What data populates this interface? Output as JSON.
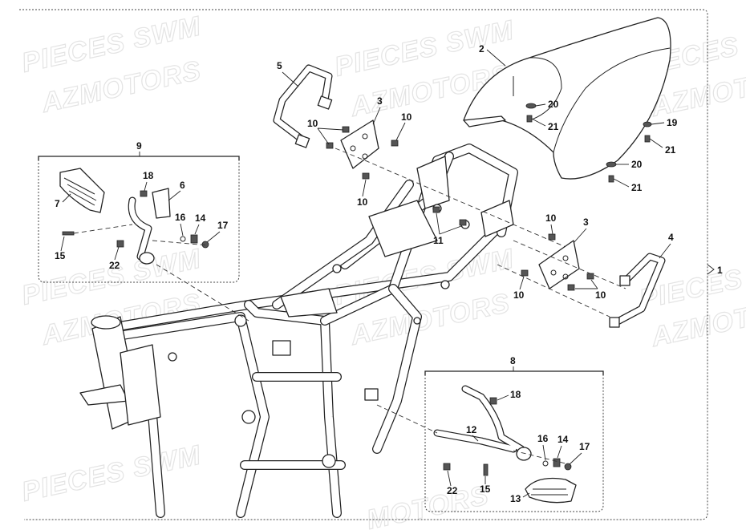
{
  "watermarks": [
    "PIECES SWM",
    "AZMOTORS",
    "PIECES SWM",
    "AZMOTORS",
    "PIECES S",
    "AZMOT",
    "PIECES SWM",
    "AZMOTORS",
    "PIECES SWM",
    "AZMOTORS",
    "PIECES SWM",
    "AZMOTORS",
    "PIECES SWM",
    "MOTORS"
  ],
  "callouts": {
    "assembly": "1",
    "seat": "2",
    "bracket_upper": "3",
    "bracket_right": "3",
    "handle_right": "4",
    "handle_left": "5",
    "box9_bracket": "6",
    "box9_footpeg": "7",
    "box8_label": "8",
    "box9_label": "9",
    "b10_a": "10",
    "b10_b": "10",
    "b10_c": "10",
    "b10_d": "10",
    "b10_e": "10",
    "b10_f": "10",
    "b11": "11",
    "box8_arm": "12",
    "box8_footpeg": "13",
    "box9_14": "14",
    "box8_14": "14",
    "box9_15": "15",
    "box8_15": "15",
    "box9_16": "16",
    "box8_16": "16",
    "box9_17": "17",
    "box8_17": "17",
    "box9_18": "18",
    "box8_18": "18",
    "c19": "19",
    "c20_a": "20",
    "c20_b": "20",
    "c21_a": "21",
    "c21_b": "21",
    "c21_c": "21",
    "box9_22": "22",
    "box8_22": "22"
  }
}
